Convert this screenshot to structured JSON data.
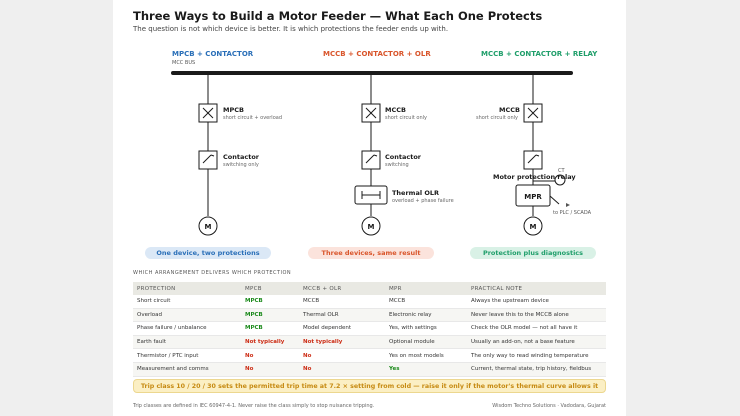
{
  "title": "Three Ways to Build a Motor Feeder — What Each One Protects",
  "subtitle": "The question is not which device is better. It is which protections the feeder ends up with.",
  "bus_label": "MCC BUS",
  "colors": {
    "blue": "#2a6fb8",
    "orange": "#d9552b",
    "green": "#1f9e6a",
    "ok": "#1b8a1b",
    "bad": "#cc2a12",
    "banner_text": "#c68a12"
  },
  "columns": [
    {
      "header": "MPCB + CONTACTOR",
      "devices": [
        {
          "icon": "breaker-icon",
          "label": "MPCB",
          "sub": "short circuit + overload"
        },
        {
          "icon": "contactor-icon",
          "label": "Contactor",
          "sub": "switching only"
        }
      ],
      "motor": "M",
      "pill": "One device, two protections"
    },
    {
      "header": "MCCB + CONTACTOR + OLR",
      "devices": [
        {
          "icon": "breaker-icon",
          "label": "MCCB",
          "sub": "short circuit only"
        },
        {
          "icon": "contactor-icon",
          "label": "Contactor",
          "sub": "switching"
        },
        {
          "icon": "overload-relay-icon",
          "label": "Thermal OLR",
          "sub": "overload + phase failure"
        }
      ],
      "motor": "M",
      "pill": "Three devices, same result"
    },
    {
      "header": "MCCB + CONTACTOR + RELAY",
      "devices": [
        {
          "icon": "breaker-icon",
          "label": "MCCB",
          "sub": "short circuit only"
        },
        {
          "icon": "contactor-icon",
          "label": "Motor protection relay",
          "sub": ""
        }
      ],
      "relay_box": "MPR",
      "ct_label": "CT",
      "plc_label": "to PLC / SCADA",
      "motor": "M",
      "pill": "Protection plus diagnostics"
    }
  ],
  "table_title": "WHICH ARRANGEMENT DELIVERS WHICH PROTECTION",
  "table": {
    "headers": [
      "PROTECTION",
      "MPCB",
      "MCCB + OLR",
      "MPR",
      "PRACTICAL NOTE"
    ],
    "rows": [
      [
        "Short circuit",
        "MPCB",
        "MCCB",
        "MCCB",
        "Always the upstream device"
      ],
      [
        "Overload",
        "MPCB",
        "Thermal OLR",
        "Electronic relay",
        "Never leave this to the MCCB alone"
      ],
      [
        "Phase failure / unbalance",
        "MPCB",
        "Model dependent",
        "Yes, with settings",
        "Check the OLR model — not all have it"
      ],
      [
        "Earth fault",
        "Not typically",
        "Not typically",
        "Optional module",
        "Usually an add-on, not a base feature"
      ],
      [
        "Thermistor / PTC input",
        "No",
        "No",
        "Yes on most models",
        "The only way to read winding temperature"
      ],
      [
        "Measurement and comms",
        "No",
        "No",
        "Yes",
        "Current, thermal state, trip history, fieldbus"
      ]
    ],
    "styles": [
      [
        "",
        "ok",
        "",
        "",
        ""
      ],
      [
        "",
        "ok",
        "",
        "",
        ""
      ],
      [
        "",
        "ok",
        "",
        "",
        ""
      ],
      [
        "",
        "bad",
        "bad",
        "",
        ""
      ],
      [
        "",
        "bad",
        "bad",
        "",
        ""
      ],
      [
        "",
        "bad",
        "bad",
        "ok",
        ""
      ]
    ]
  },
  "banner": "Trip class 10 / 20 / 30 sets the permitted trip time at 7.2 × setting from cold — raise it only if the motor's thermal curve allows it",
  "footer_left": "Trip classes are defined in IEC 60947-4-1. Never raise the class simply to stop nuisance tripping.",
  "footer_right": "Wisdom Techno Solutions · Vadodara, Gujarat"
}
